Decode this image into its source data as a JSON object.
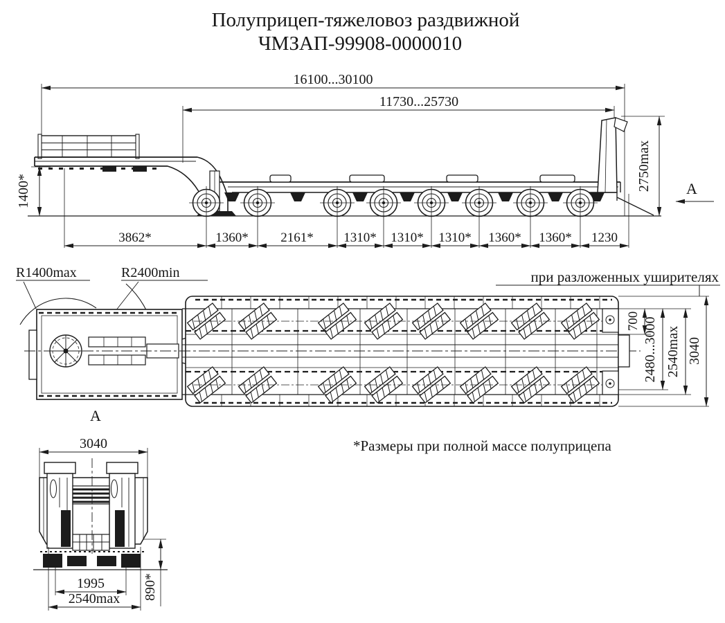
{
  "title": {
    "line1": "Полуприцеп-тяжеловоз раздвижной",
    "line2": "ЧМЗАП-99908-0000010"
  },
  "side_view": {
    "dims": {
      "overall_length": "16100...30100",
      "platform_length": "11730...25730",
      "height": "2750max",
      "gooseneck_height": "1400*"
    },
    "axle_spacing": [
      "3862*",
      "1360*",
      "2161*",
      "1310*",
      "1310*",
      "1310*",
      "1360*",
      "1360*",
      "1230"
    ],
    "view_arrow_label": "A"
  },
  "top_view": {
    "turn_radius_max": "R1400max",
    "turn_radius_min": "R2400min",
    "note": "при разложенных уширителях",
    "dims": {
      "outrigger_offset": "700",
      "platform_width_range": "2480...3000",
      "width_max": "2540max",
      "overall_width": "3040"
    }
  },
  "front_view": {
    "view_label": "A",
    "dims": {
      "overall_width": "3040",
      "track": "1995",
      "width_max": "2540max",
      "loading_height": "890*"
    }
  },
  "footnote": "*Размеры при полной массе полуприцепа",
  "colors": {
    "line": "#1c1c1c",
    "background": "#ffffff"
  }
}
